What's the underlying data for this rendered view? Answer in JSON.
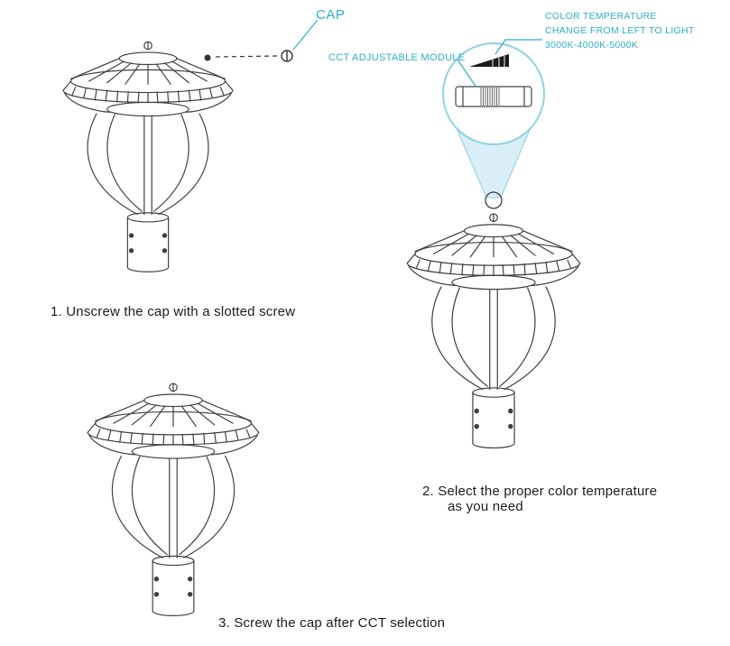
{
  "colors": {
    "accent": "#2BAFC6",
    "line": "#3F3F3F",
    "beam_fill": "#D9EEF7"
  },
  "annotations": {
    "cap_label": "CAP",
    "cct_module_label": "CCT ADJUSTABLE MODULE",
    "color_temperature": {
      "line1": "COLOR TEMPERATURE",
      "line2": "CHANGE FROM LEFT TO LIGHT",
      "line3": "3000K-4000K-5000K"
    }
  },
  "steps": {
    "step1": "1. Unscrew the cap with a slotted screw",
    "step2_line1": "2. Select the proper color temperature",
    "step2_line2": "as you need",
    "step3": "3. Screw the cap after CCT selection"
  }
}
